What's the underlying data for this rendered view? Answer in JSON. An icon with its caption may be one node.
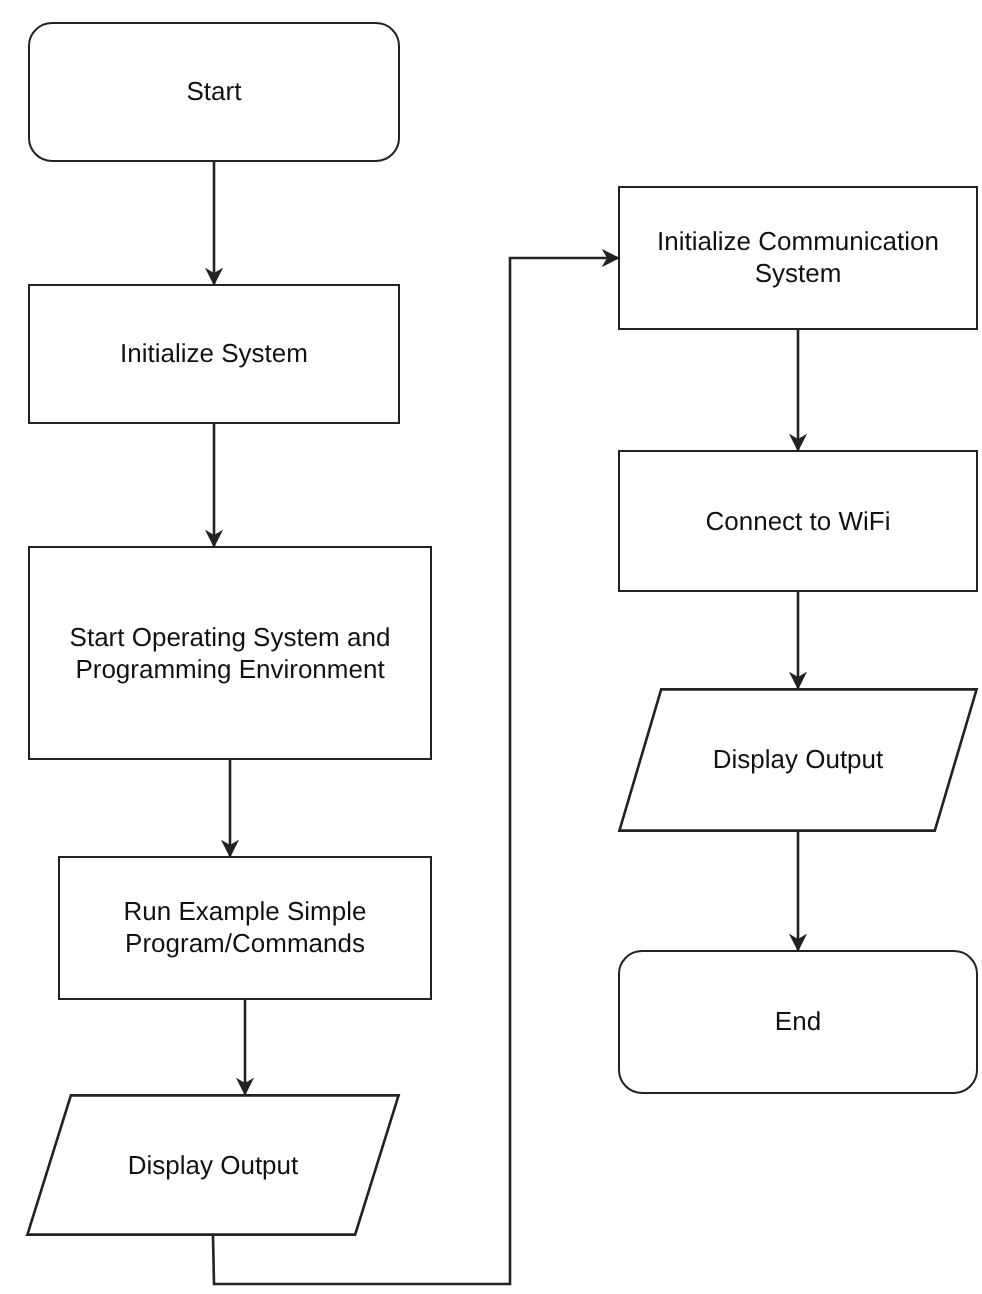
{
  "diagram": {
    "nodes": [
      {
        "text": [
          "Start"
        ]
      },
      {
        "text": [
          "Initialize System"
        ]
      },
      {
        "text": [
          "Start Operating System and Programming Environment"
        ]
      },
      {
        "text": [
          "Run Example Simple Program/Commands"
        ]
      },
      {
        "text": [
          "Display Output"
        ]
      },
      {
        "text": [
          "Initialize Communication System"
        ]
      },
      {
        "text": [
          "Connect to WiFi"
        ]
      },
      {
        "text": [
          "Display Output"
        ]
      },
      {
        "text": [
          "End"
        ]
      }
    ],
    "edges": [
      {
        "from": 0,
        "to": 1,
        "arrow": "to"
      },
      {
        "from": 1,
        "to": 2,
        "arrow": "to"
      },
      {
        "from": 2,
        "to": 3,
        "arrow": "to"
      },
      {
        "from": 3,
        "to": 4,
        "arrow": "to"
      },
      {
        "from": 4,
        "to": 5,
        "arrow": "to"
      },
      {
        "from": 5,
        "to": 6,
        "arrow": "to"
      },
      {
        "from": 6,
        "to": 7,
        "arrow": "to"
      },
      {
        "from": 7,
        "to": 8,
        "arrow": "to"
      }
    ]
  }
}
